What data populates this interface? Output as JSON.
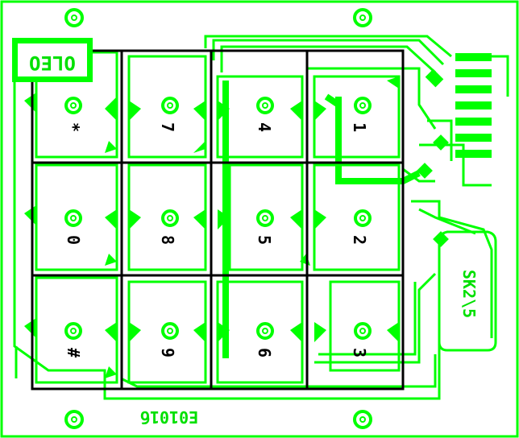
{
  "board": {
    "copper_color": "#00ff00",
    "outline_color": "#00ff00",
    "grid_color": "#000000",
    "background": "#ffffff"
  },
  "keys": [
    [
      "*",
      "7",
      "4",
      "1"
    ],
    [
      "0",
      "8",
      "5",
      "2"
    ],
    [
      "#",
      "9",
      "6",
      "3"
    ]
  ],
  "silkscreen": {
    "logo_text": "OLEO",
    "part_code": "SK2\\5",
    "board_code": "E0101б"
  },
  "icons": {
    "mount_hole": "circle-ring-icon",
    "connector": "pin-header-icon"
  }
}
